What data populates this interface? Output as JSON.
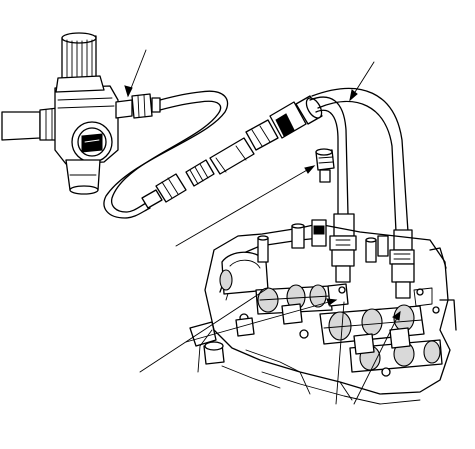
{
  "colors": {
    "line": "#000000",
    "background": "#ffffff",
    "shade": "#d9d9d9"
  },
  "parts": [
    {
      "id": "air-pressure-regulator",
      "icon": "regulator-icon"
    },
    {
      "id": "air-hose",
      "icon": "hose-icon"
    },
    {
      "id": "quick-coupler",
      "icon": "coupler-icon"
    },
    {
      "id": "hose-adapter",
      "icon": "adapter-icon"
    },
    {
      "id": "cylinder-head",
      "icon": "engine-icon"
    }
  ]
}
